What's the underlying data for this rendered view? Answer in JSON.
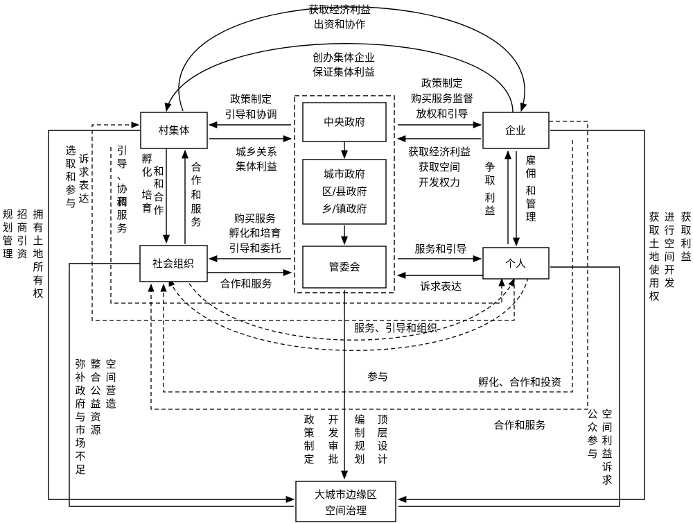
{
  "nodes": {
    "cunjiti": "村集体",
    "qiye": "企业",
    "shehuizuzhi": "社会组织",
    "geren": "个人",
    "zhongyang": "中央政府",
    "chengshi": [
      "城市政府",
      "区/县政府",
      "乡/镇政府"
    ],
    "guanweihui": "管委会",
    "target": [
      "大城市边缘区",
      "空间治理"
    ]
  },
  "labels": {
    "top_outer": [
      "获取经济利益",
      "出资和协作"
    ],
    "top_inner": [
      "创办集体企业",
      "保证集体利益"
    ],
    "gov_to_cun": [
      "政策制定",
      "引导和协调"
    ],
    "cun_to_gov": [
      "城乡关系",
      "集体利益"
    ],
    "gov_to_qiye": [
      "政策制定",
      "购买服务监督",
      "放权和引导"
    ],
    "qiye_to_gov": [
      "获取经济利益",
      "获取空间",
      "开发权力"
    ],
    "gov_to_she": [
      "购买服务",
      "孵化和培育",
      "引导和委托"
    ],
    "she_to_gov": "合作和服务",
    "gov_to_geren": "服务和引导",
    "geren_to_gov": "诉求表达",
    "cun_to_she": [
      "孵化",
      "和",
      "培育"
    ],
    "cun_to_she_2": [
      "和合作"
    ],
    "she_to_cun": [
      "合作",
      "和",
      "服务"
    ],
    "geren_to_qiye": [
      "争取",
      "利益"
    ],
    "qiye_to_geren": [
      "雇佣",
      "和管理"
    ],
    "cun_dash_left": [
      "引导",
      "、协调",
      "和服务"
    ],
    "geren_dash_cun": [
      "诉求表达",
      "选取和参与"
    ],
    "gwh_down": "服务、引导和组织",
    "canyu": "参与",
    "fuhua_invest": "孵化、合作和投资",
    "hezuo_fuwu": "合作和服务",
    "left_col1": [
      "拥有土地所有权"
    ],
    "left_col2": [
      "招商引资"
    ],
    "left_col3": [
      "规划管理"
    ],
    "left_mid": [
      "空间营造",
      "整合公益资源",
      "弥补政府与市场不足"
    ],
    "right_col1": [
      "获取利益"
    ],
    "right_col2": [
      "进行空间开发"
    ],
    "right_col3": [
      "获取土地使用权"
    ],
    "right_mid": [
      "空间利益诉求",
      "公众参与"
    ],
    "center_bottom": [
      "顶层设计",
      "编制规划",
      "开发审批",
      "政策制定"
    ]
  }
}
